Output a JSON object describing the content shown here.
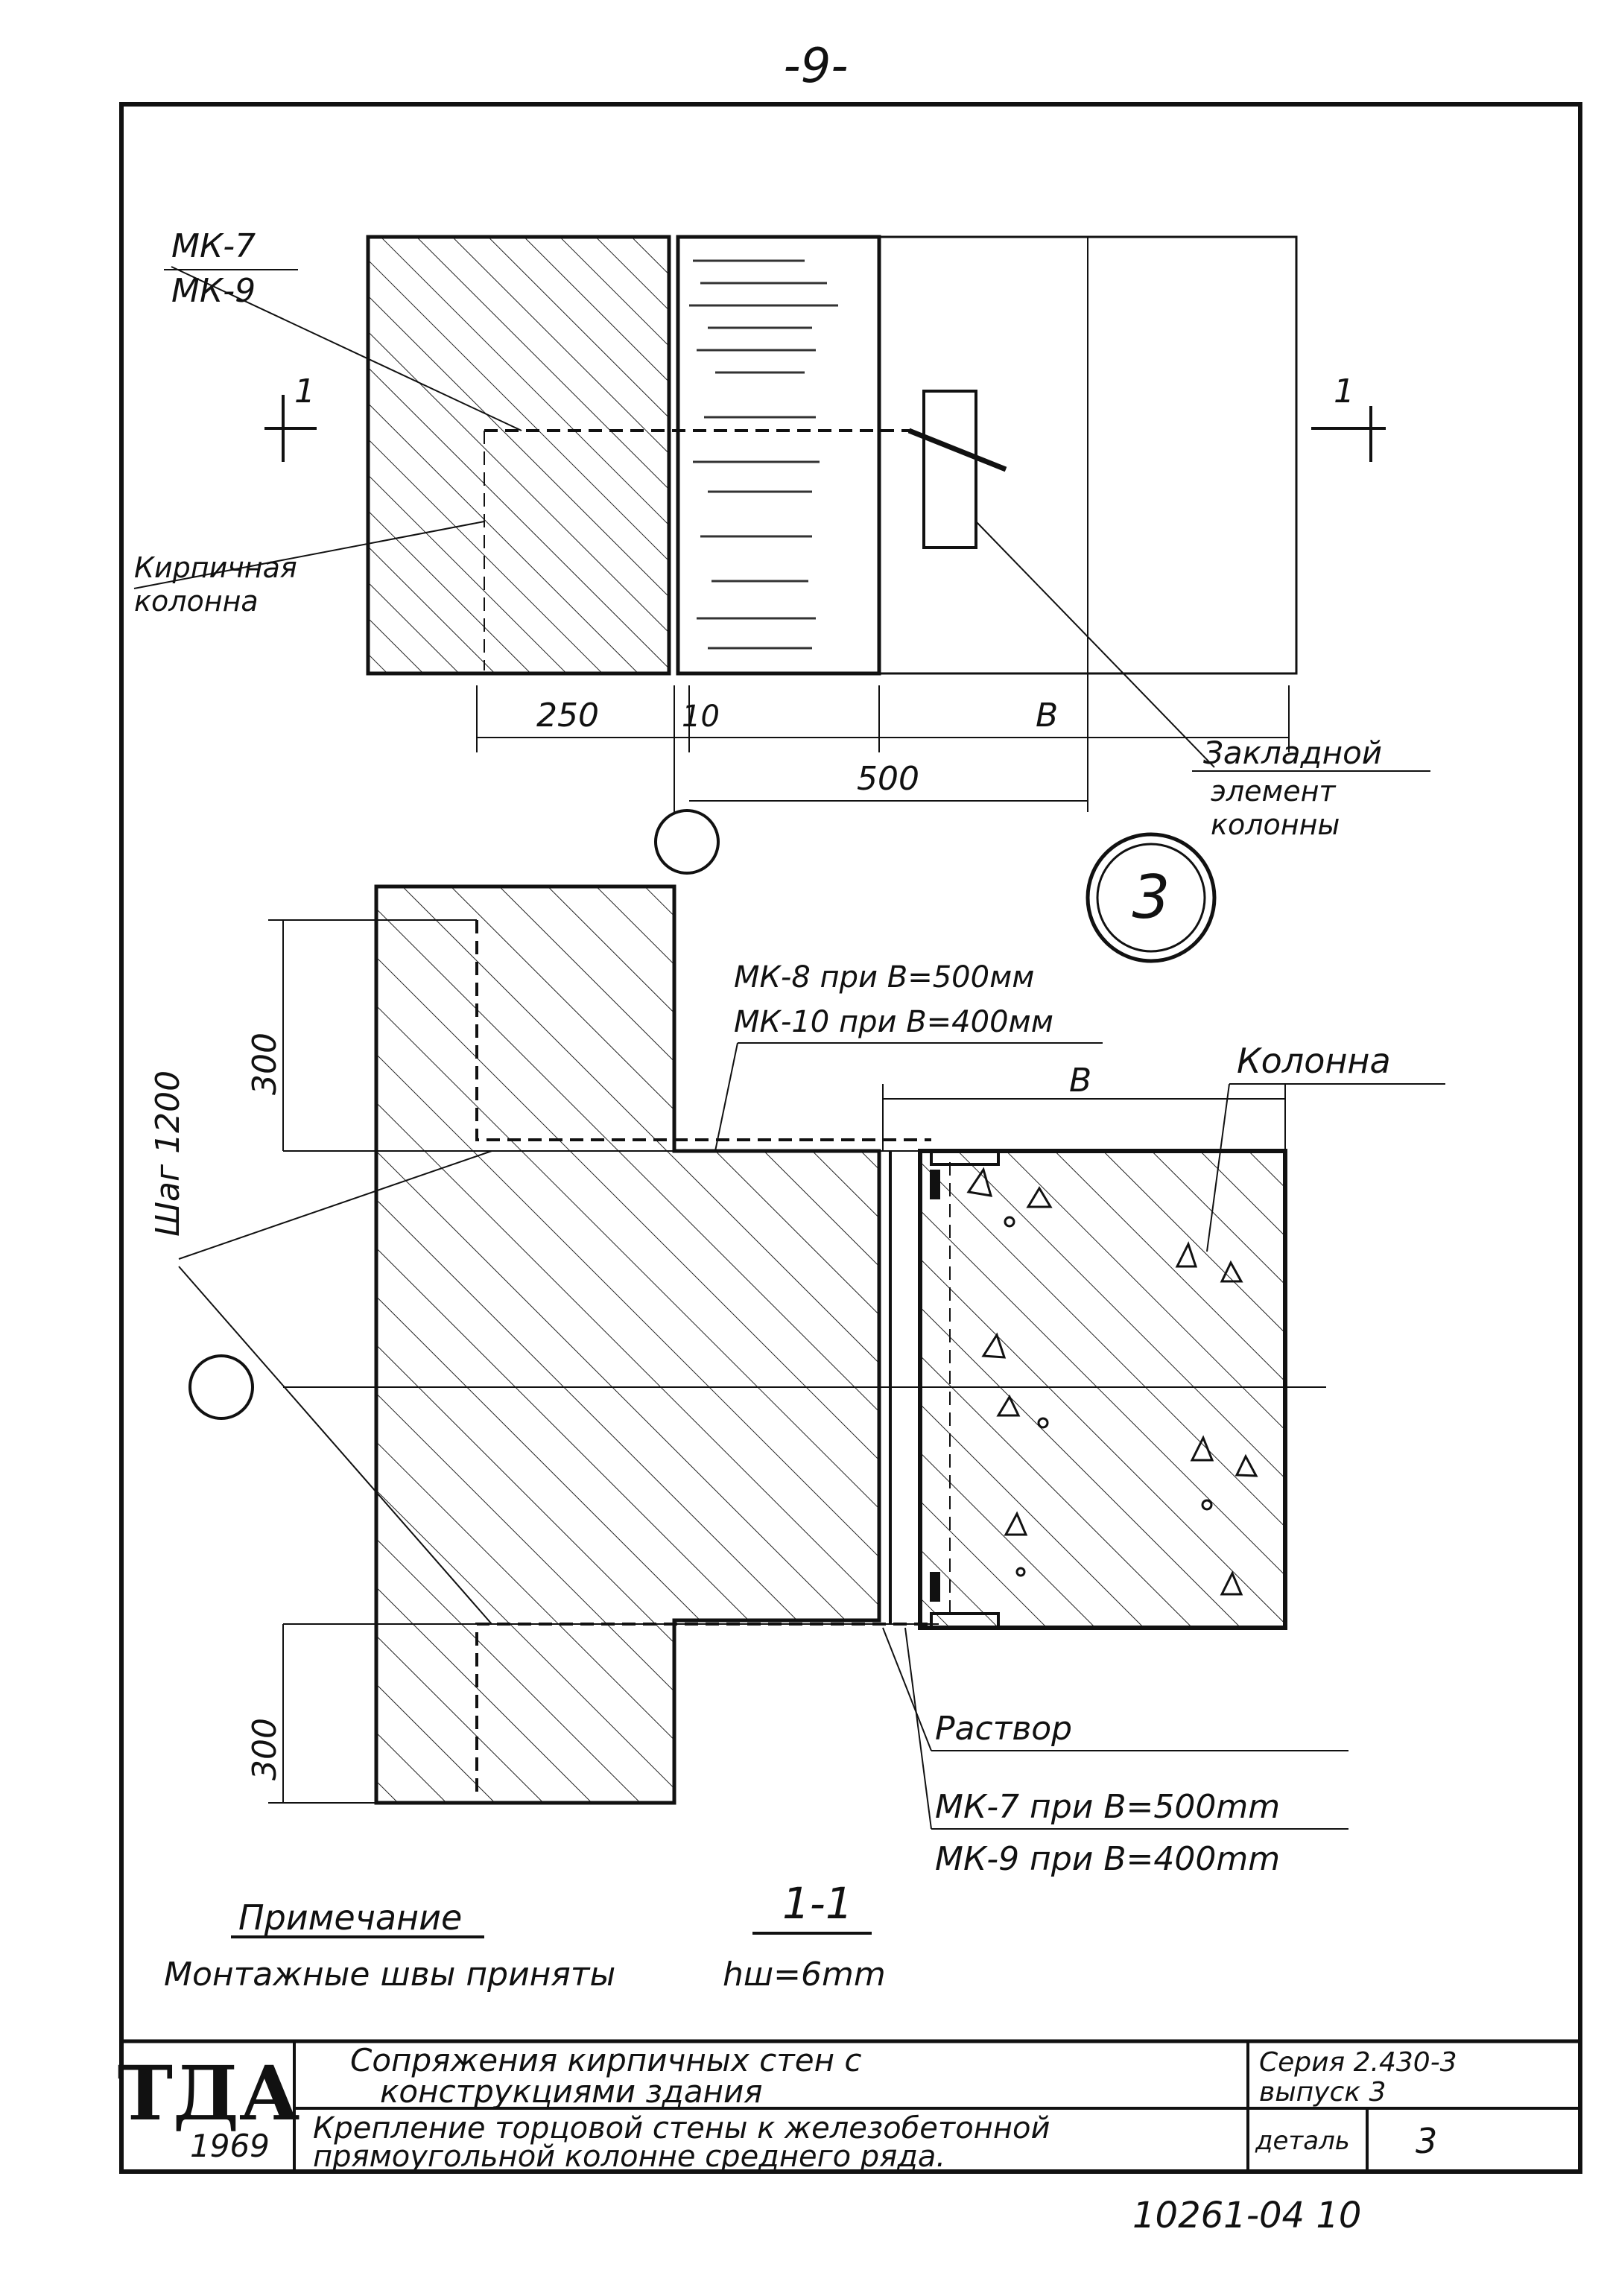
{
  "page_number": "-9-",
  "plan_view": {
    "labels": {
      "mk_top_1": "МК-7",
      "mk_top_2": "МК-9",
      "brick_column": [
        "Кирпичная",
        "колонна"
      ],
      "embedded_element": [
        "Закладной",
        "элемент",
        "колонны"
      ],
      "section_marker_left": "1",
      "section_marker_right": "1"
    },
    "dimensions": {
      "d250": "250",
      "d10": "10",
      "dB": "В",
      "d500": "500"
    }
  },
  "detail_number": "3",
  "section_view": {
    "labels": {
      "mk8": "МК-8 при В=500мм",
      "mk10": "МК-10 при В=400мм",
      "column": "Колонна",
      "dim_B": "В",
      "step": "Шаг 1200",
      "dim300_top": "300",
      "dim300_bottom": "300",
      "mortar": "Раствор",
      "mk7": "МК-7 при В=500mm",
      "mk9": "МК-9 при В=400mm"
    },
    "section_title": "1-1"
  },
  "note": {
    "title": "Примечание",
    "text": "Монтажные швы приняты",
    "weld": "hш=6mm"
  },
  "title_block": {
    "logo": "ТДА",
    "year": "1969",
    "title_1": [
      "Сопряжения кирпичных стен с",
      "конструкциями здания"
    ],
    "title_2": [
      "Крепление торцовой стены к железобетонной",
      "прямоугольной колонне среднего ряда."
    ],
    "series": "Серия 2.430-3",
    "issue": "выпуск 3",
    "detail_label": "деталь",
    "detail_value": "3"
  },
  "doc_number": "10261-04 10"
}
